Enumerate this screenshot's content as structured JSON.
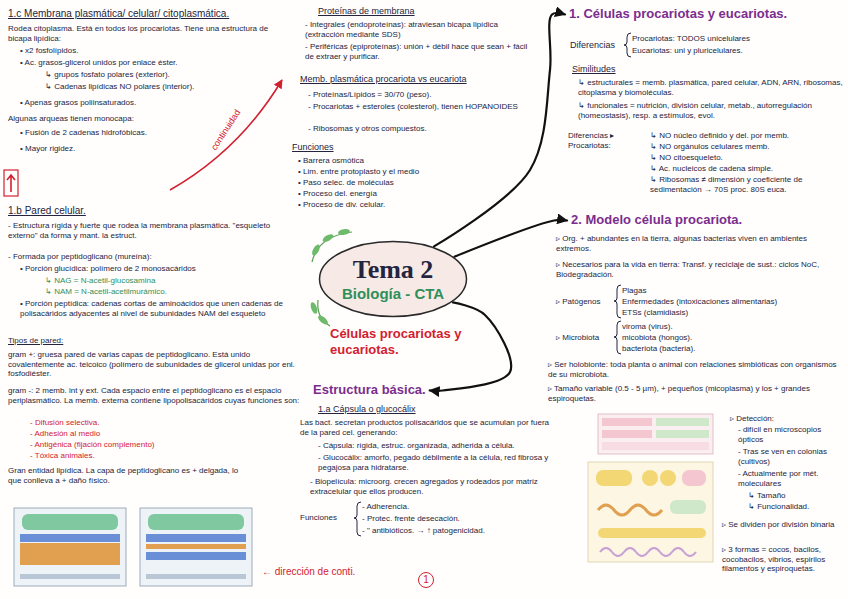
{
  "diagram": {
    "nodes": [
      {
        "text": [
          "Tema 2",
          "Biología - CTA"
        ]
      },
      {
        "text": [
          "1. Células procariotas y eucariotas."
        ]
      },
      {
        "text": [
          "2. Modelo célula procariota."
        ]
      },
      {
        "text": [
          "Estructura básica."
        ]
      }
    ],
    "edges": [
      {
        "from": 0,
        "to": 1,
        "arrow": "to"
      },
      {
        "from": 0,
        "to": 2,
        "arrow": "to"
      },
      {
        "from": 0,
        "to": 3,
        "arrow": "to"
      }
    ],
    "labels": [
      "1.c Membrana plasmática/ celular/ citoplasmática.",
      "Rodea citoplasma. Está en todos los procariotas. Tiene una estructura de bicapa lipídica:",
      "• x2 fosfolípidos.",
      "• Ac. grasos-glicerol unidos por enlace éster.",
      "↳ grupos fosfato polares (exterior).",
      "↳ Cadenas lipídicas NO polares (interior).",
      "• Apenas grasos poliinsaturados.",
      "Algunas arqueas tienen monocapa:",
      "• Fusión de 2 cadenas hidrofóbicas.",
      "• Mayor rigidez.",
      "continuidad",
      "1.b Pared celular.",
      "- Estructura rígida y fuerte que rodea la membrana plasmática. \"esqueleto externo\" da forma y mant. la estruct.",
      "- Formada por peptidoglicano (mureína):",
      "• Porción glucídica: polímero de 2 monosacáridos",
      "↳ NAG = N-acetil-glucosamina",
      "↳ NAM = N-acetil-acetilmurámico.",
      "• Porción peptídica: cadenas cortas de aminoácidos que unen cadenas de polisacáridos adyacentes al nivel de subunidades NAM del esqueleto",
      "Tipos de pared:",
      "gram +: gruesa pared de varias capas de peptidoglicano. Está unido covalentemente ac. teicoico (polímero de subunidades de glicerol unidas por enl. fosfodiéster.",
      "gram -: 2 memb. int y ext. Cada espacio entre el peptidoglicano es el espacio periplasmático. La memb. externa contiene lipopolisacáridos cuyas funciones son:",
      "- Difusión selectiva.",
      "- Adhesión al medio",
      "- Antigénica (fijación complemento)",
      "- Tóxica animales.",
      "Gran entidad lipídica. La capa de peptidoglicano es + delgada, lo que conlleva a + daño físico.",
      "Proteínas de membrana",
      "- Integrales (endoproteínas): atraviesan bicapa lipídica (extracción mediante SDS)",
      "- Periféricas (epiproteínas): unión + débil hace que sean + fácil de extraer y purificar.",
      "Memb. plasmática procariota vs eucariota",
      "- Proteínas/Lípidos = 30/70 (peso).",
      "- Procariotas + esteroles (colesterol), tienen HOPANOIDES",
      "- Ribosomas y otros compuestos.",
      "Funciones",
      "• Barrera osmótica",
      "• Lim. entre protoplasto y el medio",
      "• Paso selec. de moléculas",
      "• Proceso del. energía",
      "• Proceso de div. celular.",
      "Células procariotas y eucariotas.",
      "1.a Cápsula o glucocálix",
      "Las bact. secretan productos polisacáridos que se acumulan por fuera de la pared cel. generando:",
      "- Cápsula: rígida, estruc. organizada, adherida a célula.",
      "- Glucocálix: amorfo, pegado débilmente a la célula, red fibrosa y pegajosa para hidratarse.",
      "- Biopelícula: microorg. crecen agregados y rodeados por matriz extracelular que ellos producen.",
      "Funciones",
      "- Adherencia.",
      "- Protec. frente desecación.",
      "- \" antibióticos. → ↑ patogenicidad.",
      "← dirección de conti.",
      "1",
      "Diferencias",
      "Procariotas: TODOS unicelulares",
      "Eucariotas: uni y pluricelulares.",
      "Similitudes",
      "↳ estructurales = memb. plasmática, pared celular, ADN, ARN, ribosomas, citoplasma y biomoléculas.",
      "↳ funcionales = nutrición, división celular, metab., autorregulación (homeostasis), resp. a estímulos, evol.",
      "Diferencias ▸ Procariotas:",
      "↳ NO núcleo definido y del. por memb.",
      "↳ NO orgánulos celulares memb.",
      "↳ NO citoesqueleto.",
      "↳ Ac. nucleicos de cadena simple.",
      "↳ Ribosomas ≠ dimensión y coeficiente de sedimentación → 70S proc. 80S euca.",
      "▹ Org. + abundantes en la tierra, algunas bacterias viven en ambientes extremos.",
      "▹ Necesarios para la vida en tierra: Transf. y reciclaje de sust.: ciclos NoC, Biodegradación.",
      "▹ Patógenos",
      "Plagas",
      "Enfermedades (intoxicaciones alimentarias)",
      "ETSs (clamidiasis)",
      "▹ Microbiota",
      "viroma (virus).",
      "micobiota (hongos).",
      "bacteriota (bacteria).",
      "▹ Ser holobionte: toda planta o animal con relaciones simbióticas con organismos de su microbiota.",
      "▹ Tamaño variable (0.5 - 5 µm), + pequeños (micoplasma) y los + grandes espiroquetas.",
      "▹ Detección:",
      "- difícil en microscopios ópticos",
      "- Tras se ven en colonias (cultivos)",
      "- Actualmente por mét. moleculares",
      "↳ Tamaño",
      "↳ Funcionalidad.",
      "▹ Se dividen por división binaria",
      "▹ 3 formas = cocos, bacilos, cocobacilos, vibrios, espirilos filamentos y espiroquetas."
    ]
  }
}
